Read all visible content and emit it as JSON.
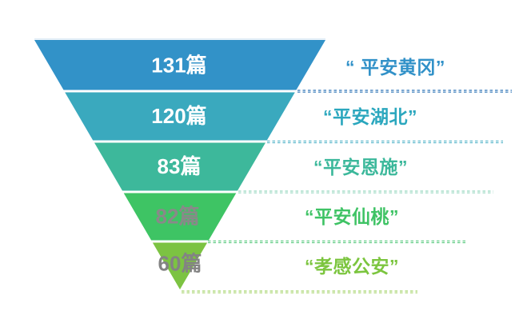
{
  "chart_data": {
    "type": "funnel",
    "orientation": "inverted-pyramid",
    "unit": "篇",
    "categories": [
      "平安黄冈",
      "平安湖北",
      "平安恩施",
      "平安仙桃",
      "孝感公安"
    ],
    "values": [
      131,
      120,
      83,
      82,
      60
    ],
    "legend": "none",
    "grid": "off",
    "tiers": [
      {
        "value": 131,
        "count_label": "131篇",
        "label": "“ 平安黄冈”",
        "color": "#3292C8",
        "value_color": "#FFFFFF",
        "label_color": "#3191C8",
        "line_color": "#2E75B6"
      },
      {
        "value": 120,
        "count_label": "120篇",
        "label": "“平安湖北”",
        "color": "#3AA9BE",
        "value_color": "#FFFFFF",
        "label_color": "#2BA7BE",
        "line_color": "#5BB7CB"
      },
      {
        "value": 83,
        "count_label": "83篇",
        "label": "“平安恩施”",
        "color": "#3DB89B",
        "value_color": "#FFFFFF",
        "label_color": "#3CB89B",
        "line_color": "#96D6BF"
      },
      {
        "value": 82,
        "count_label": "82篇",
        "label": "“平安仙桃”",
        "color": "#3EC464",
        "value_color": "#898989",
        "label_color": "#3FC365",
        "line_color": "#5FCB83"
      },
      {
        "value": 60,
        "count_label": "60篇",
        "label": "“孝感公安”",
        "color": "#7CC342",
        "value_color": "#838383",
        "label_color": "#7CC53F",
        "line_color": "#A5D36A"
      }
    ]
  }
}
